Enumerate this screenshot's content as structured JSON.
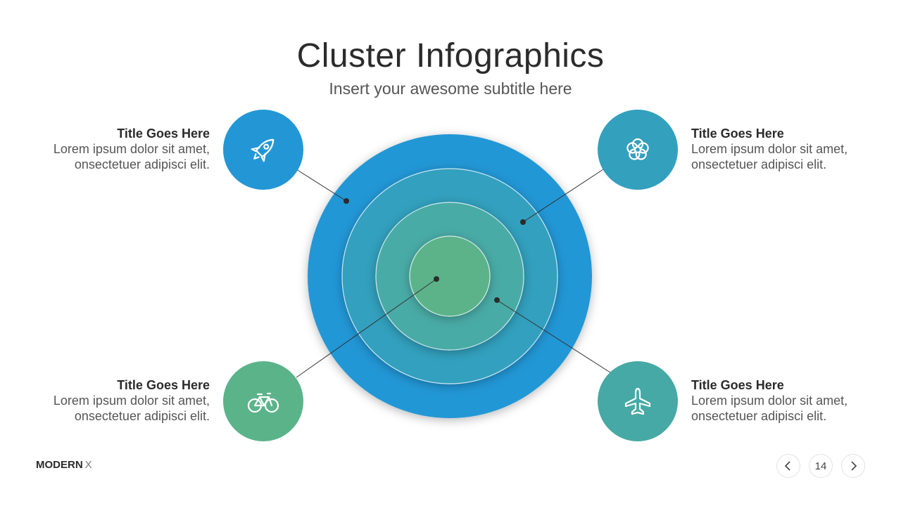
{
  "header": {
    "title": "Cluster Infographics",
    "subtitle": "Insert your awesome subtitle here"
  },
  "items": [
    {
      "title": "Title Goes Here",
      "line1": "Lorem ipsum dolor sit amet,",
      "line2": "onsectetuer adipisci elit.",
      "icon": "rocket-icon",
      "color": "#2397d6"
    },
    {
      "title": "Title Goes Here",
      "line1": "Lorem ipsum dolor sit amet,",
      "line2": "onsectetuer adipisci elit.",
      "icon": "flower-icon",
      "color": "#33a0be"
    },
    {
      "title": "Title Goes Here",
      "line1": "Lorem ipsum dolor sit amet,",
      "line2": "onsectetuer adipisci elit.",
      "icon": "bicycle-icon",
      "color": "#5bb38a"
    },
    {
      "title": "Title Goes Here",
      "line1": "Lorem ipsum dolor sit amet,",
      "line2": "onsectetuer adipisci elit.",
      "icon": "airplane-icon",
      "color": "#46a9a5"
    }
  ],
  "rings": {
    "colors": [
      "#2397d6",
      "#33a0be",
      "#4aaba6",
      "#5bb38a"
    ]
  },
  "footer": {
    "brand": "MODERN",
    "brand_suffix": "X",
    "page_number": "14"
  }
}
